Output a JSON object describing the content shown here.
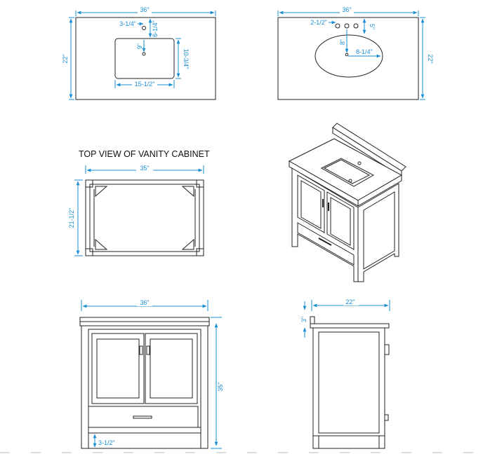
{
  "colors": {
    "dimension": "#1a8fd6",
    "outline": "#222222",
    "background": "#ffffff"
  },
  "top_left": {
    "width": "36\"",
    "depth": "22\"",
    "faucet_offset": "3-1/4\"",
    "faucet_to_sink": "6-1/4\"",
    "drain": "9\"",
    "sink_depth": "10-3/4\"",
    "sink_width": "15-1/2\""
  },
  "top_right": {
    "width": "36\"",
    "depth": "22\"",
    "faucet_spacing": "2-1/2\"",
    "faucet_to_edge": "5\"",
    "drain": "8\"",
    "bowl_radius": "8-1/4\""
  },
  "cabinet_top": {
    "title": "TOP VIEW OF VANITY CABINET",
    "width": "35\"",
    "depth": "21-1/2\""
  },
  "front_view": {
    "width": "36\"",
    "height": "35\"",
    "toe_kick": "3-1/2\""
  },
  "side_view": {
    "depth": "22\"",
    "top_thickness": "3\""
  }
}
